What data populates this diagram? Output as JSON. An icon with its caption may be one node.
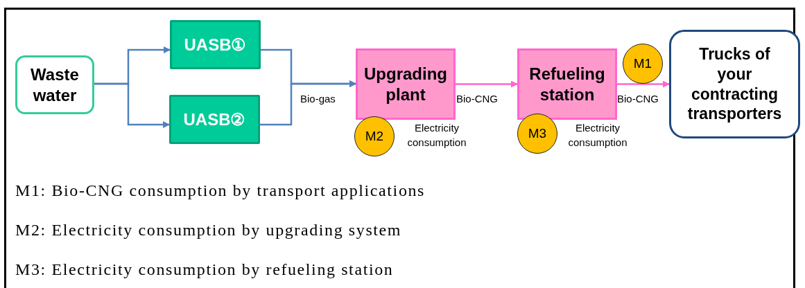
{
  "diagram": {
    "nodes": [
      {
        "text": [
          "Waste water"
        ]
      },
      {
        "text": [
          "UASB①"
        ]
      },
      {
        "text": [
          "UASB②"
        ]
      },
      {
        "text": [
          "Upgrading plant"
        ]
      },
      {
        "text": [
          "Refueling station"
        ]
      },
      {
        "text": [
          "M1"
        ]
      },
      {
        "text": [
          "Trucks of your contracting transporters"
        ]
      },
      {
        "text": [
          "M2"
        ]
      },
      {
        "text": [
          "M3"
        ]
      }
    ],
    "edges": [
      {
        "from": 0,
        "to": 1,
        "arrow": "to"
      },
      {
        "from": 0,
        "to": 2,
        "arrow": "to"
      },
      {
        "from": 1,
        "to": 3,
        "arrow": "to"
      },
      {
        "from": 2,
        "to": 3,
        "arrow": "to"
      },
      {
        "from": 3,
        "to": 4,
        "arrow": "to",
        "label": "Bio-CNG",
        "color": "#ff66cc"
      },
      {
        "from": 4,
        "to": 6,
        "arrow": "to",
        "label": "Bio-CNG",
        "color": "#ff66cc"
      }
    ],
    "labels": [
      "Bio-gas",
      "Electricity consumption",
      "Electricity consumption",
      "M1: Bio-CNG consumption by transport applications",
      "M2: Electricity consumption by upgrading system",
      "M3: Electricity consumption by refueling station"
    ]
  }
}
